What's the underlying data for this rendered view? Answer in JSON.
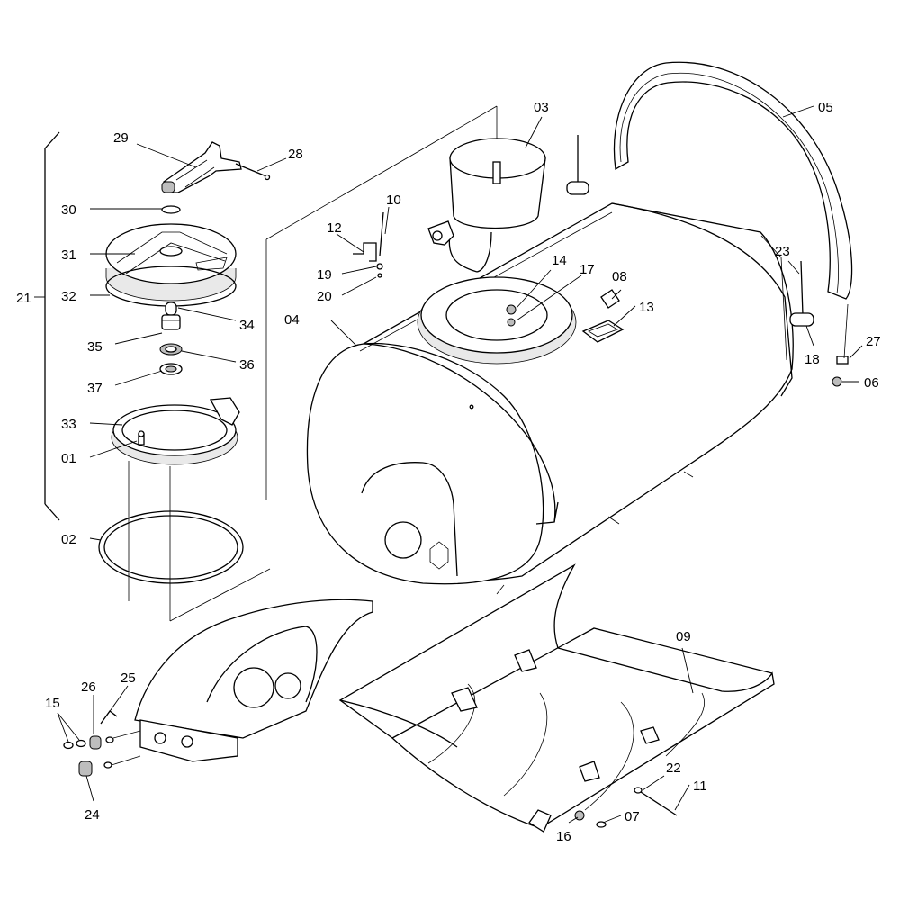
{
  "callouts": {
    "c01": "01",
    "c02": "02",
    "c03": "03",
    "c04": "04",
    "c05": "05",
    "c06": "06",
    "c07": "07",
    "c08": "08",
    "c09": "09",
    "c10": "10",
    "c11": "11",
    "c12": "12",
    "c13": "13",
    "c14": "14",
    "c15": "15",
    "c16": "16",
    "c17": "17",
    "c18": "18",
    "c19": "19",
    "c20": "20",
    "c21": "21",
    "c22": "22",
    "c23": "23",
    "c24": "24",
    "c25": "25",
    "c26": "26",
    "c27": "27",
    "c28": "28",
    "c29": "29",
    "c30": "30",
    "c31": "31",
    "c32": "32",
    "c33": "33",
    "c34": "34",
    "c35": "35",
    "c36": "36",
    "c37": "37"
  }
}
